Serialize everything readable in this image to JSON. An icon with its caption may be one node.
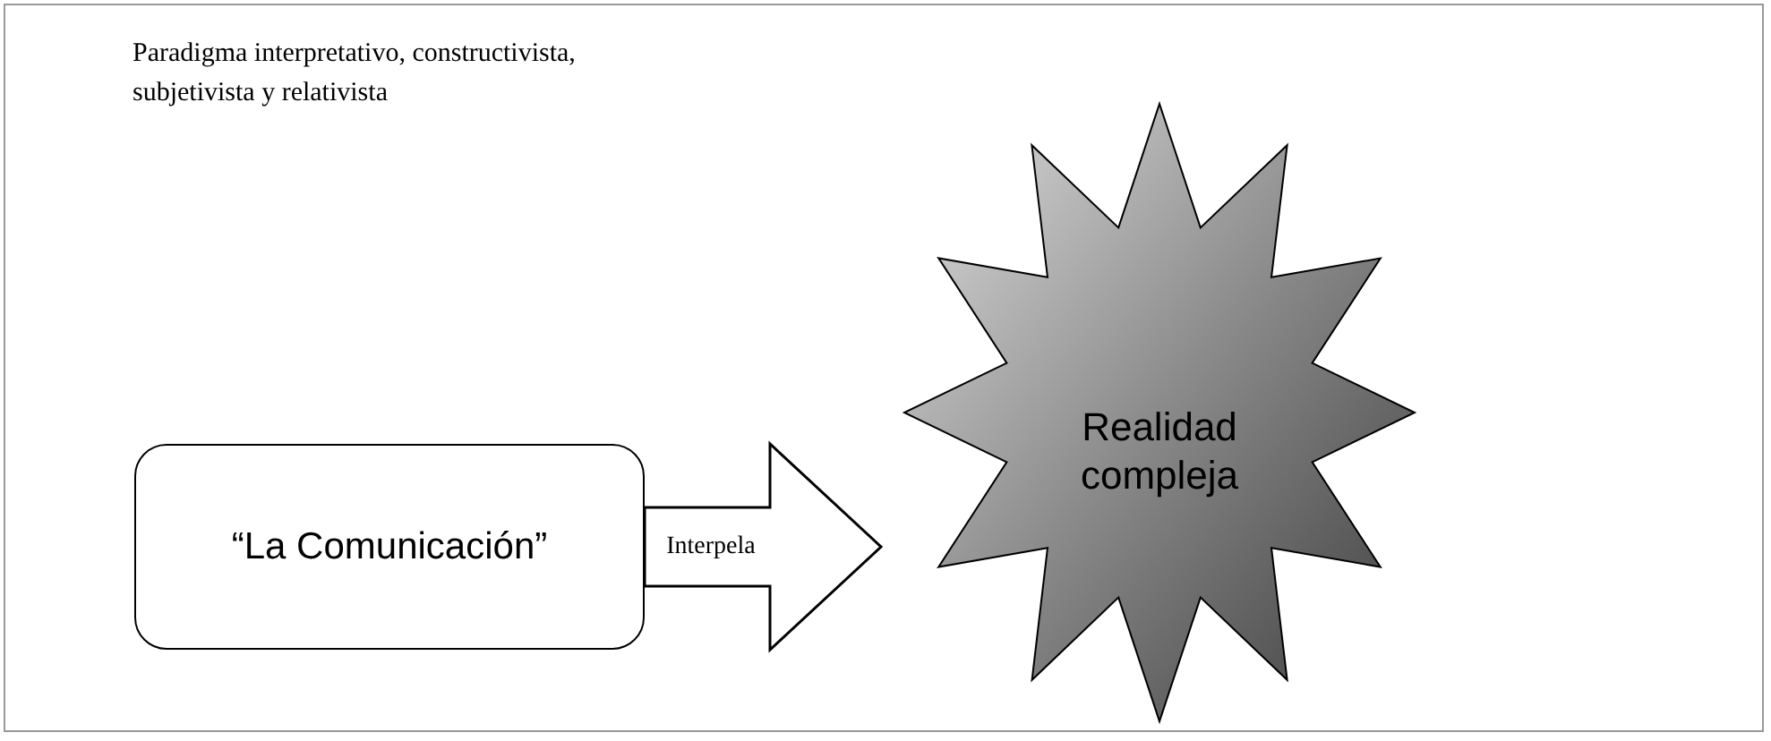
{
  "diagram": {
    "title": "Paradigma interpretativo, constructivista, subjetivista y relativista",
    "nodes": [
      {
        "text": [
          "“La Comunicación”"
        ]
      },
      {
        "text": [
          "Realidad compleja"
        ]
      }
    ],
    "edges": [
      {
        "from": 0,
        "to": 1,
        "arrow": "to",
        "label": "Interpela"
      }
    ]
  }
}
